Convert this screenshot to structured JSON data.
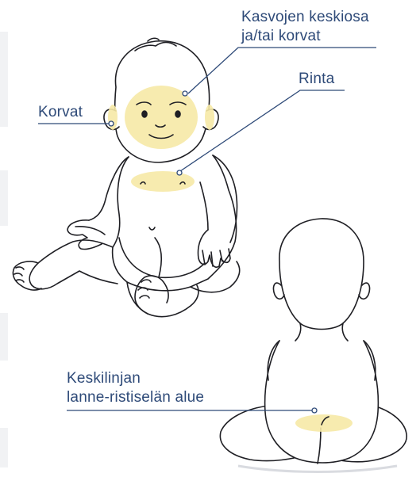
{
  "labels": {
    "face_center": [
      "Kasvojen keskiosa",
      "ja/tai korvat"
    ],
    "chest": "Rinta",
    "ears": "Korvat",
    "lumbosacral": [
      "Keskilinjan",
      "lanne-ristiselän alue"
    ]
  },
  "colors": {
    "label_text": "#2e4a78",
    "leader_line": "#2e4a78",
    "highlight": "#f6e9a6",
    "outline": "#1f1f24",
    "background": "#ffffff"
  }
}
